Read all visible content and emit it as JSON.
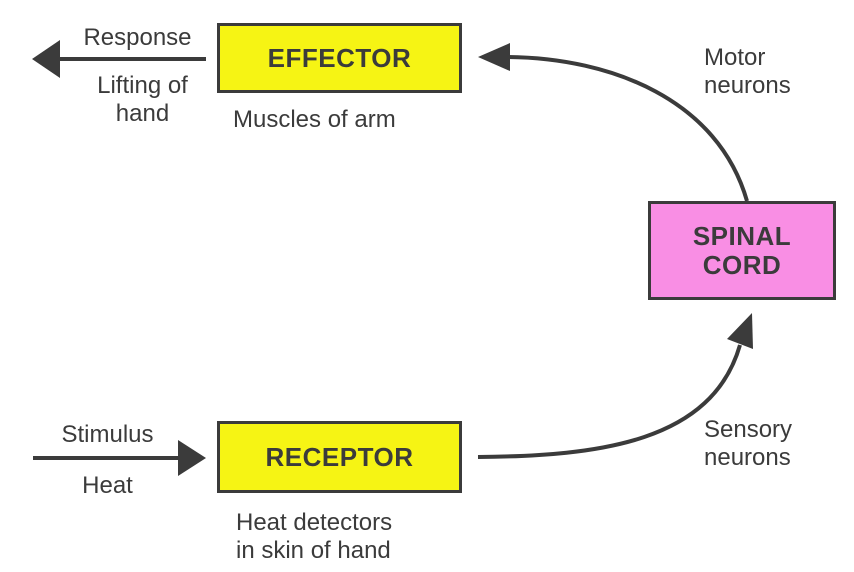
{
  "diagram": {
    "name": "reflex-arc",
    "colors": {
      "background": "#ffffff",
      "ink": "#3b3b3b",
      "node_yellow": "#f6f414",
      "node_pink": "#f98ee4"
    },
    "nodes": {
      "effector": {
        "label": "EFFECTOR",
        "caption": "Muscles of arm"
      },
      "spinal_cord": {
        "label": "SPINAL\nCORD"
      },
      "receptor": {
        "label": "RECEPTOR",
        "caption": "Heat detectors\nin skin of hand"
      }
    },
    "arrows": {
      "response": {
        "label": "Response",
        "caption": "Lifting of\nhand"
      },
      "stimulus": {
        "label": "Stimulus",
        "caption": "Heat"
      },
      "motor": {
        "label": "Motor\nneurons"
      },
      "sensory": {
        "label": "Sensory\nneurons"
      }
    }
  }
}
